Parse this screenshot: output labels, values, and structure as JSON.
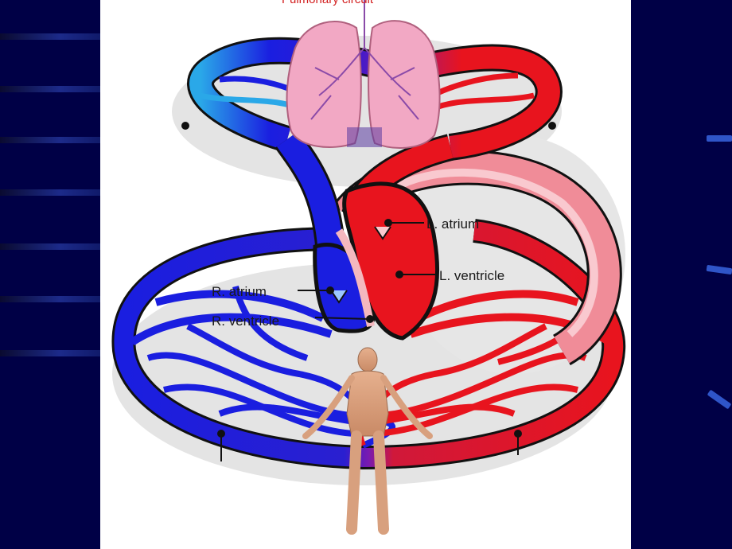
{
  "diagram": {
    "title": "Pulmonary circuit",
    "labels": {
      "left_atrium": "L. atrium",
      "left_ventricle": "L. ventricle",
      "right_atrium": "R. atrium",
      "right_ventricle": "R. ventricle"
    }
  },
  "colors": {
    "background": "#00003c",
    "slide": "#ffffff",
    "deoxygenated": "#1a1ee0",
    "oxygenated": "#e8141e",
    "lung": "#f2a8c4"
  }
}
